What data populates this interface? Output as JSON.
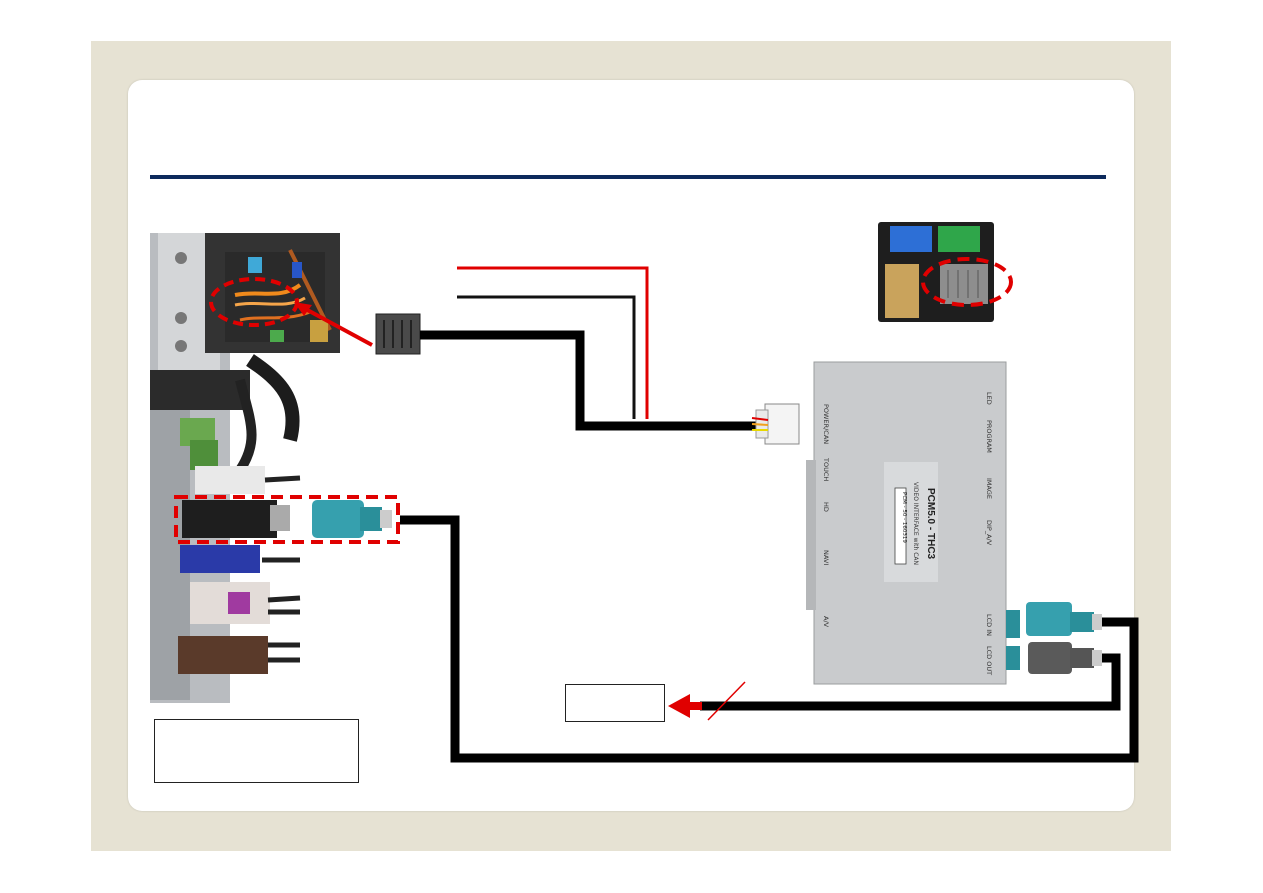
{
  "module": {
    "brand_line": "PCM5.0 - THC3",
    "sub_line": "VIDEO INTERFACE with CAN",
    "model_tag": "PCM - 50 - 160319",
    "left_ports": [
      "POWER/CAN",
      "TOUCH",
      "HD",
      "NAVI",
      "A/V"
    ],
    "right_ports": [
      "LED",
      "PROGRAM",
      "IMAGE",
      "DIP_A/V",
      "LCD IN",
      "LCD OUT"
    ]
  },
  "notes": {
    "monitor_box": "",
    "bottom_left_box": ""
  },
  "colors": {
    "frame": "#e6e2d3",
    "rule": "#0d2a5c",
    "power_wire": "#e00000",
    "ground_wire": "#111111",
    "highlight": "#e00000",
    "fakra_blue": "#2a8f9a",
    "fakra_grey": "#555555"
  }
}
